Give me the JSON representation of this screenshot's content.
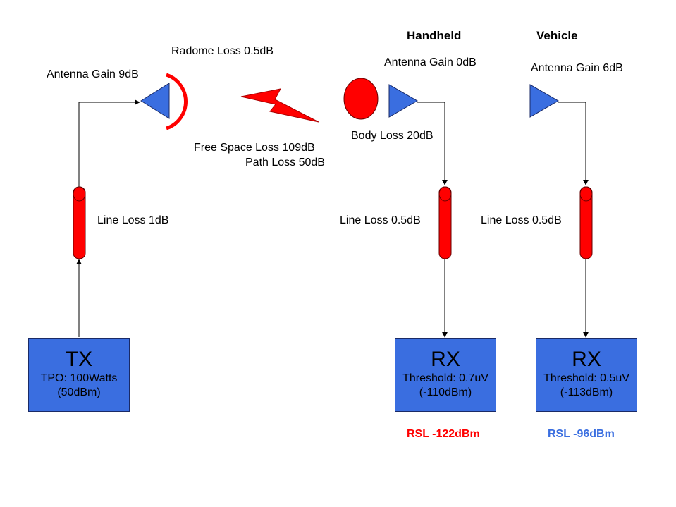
{
  "headers": {
    "handheld": "Handheld",
    "vehicle": "Vehicle"
  },
  "labels": {
    "radome_loss": "Radome Loss 0.5dB",
    "antenna_gain_tx": "Antenna Gain 9dB",
    "antenna_gain_handheld": "Antenna Gain 0dB",
    "antenna_gain_vehicle": "Antenna Gain 6dB",
    "body_loss": "Body Loss 20dB",
    "free_space_loss": "Free Space Loss  109dB",
    "path_loss": "Path Loss 50dB",
    "line_loss_tx": "Line Loss 1dB",
    "line_loss_handheld": "Line Loss 0.5dB",
    "line_loss_vehicle": "Line Loss 0.5dB"
  },
  "tx_box": {
    "title": "TX",
    "line1": "TPO:  100Watts",
    "line2": "(50dBm)"
  },
  "rx_handheld": {
    "title": "RX",
    "line1": "Threshold: 0.7uV",
    "line2": "(-110dBm)"
  },
  "rx_vehicle": {
    "title": "RX",
    "line1": "Threshold: 0.5uV",
    "line2": "(-113dBm)"
  },
  "rsl": {
    "handheld": "RSL  -122dBm",
    "vehicle": "RSL  -96dBm",
    "handheld_color": "#ff0000",
    "vehicle_color": "#3a6ee0"
  },
  "colors": {
    "box_fill": "#3a6ee0",
    "antenna_fill": "#3a6ee0",
    "line_fill": "#ff0000",
    "accent_red": "#ff0000"
  }
}
